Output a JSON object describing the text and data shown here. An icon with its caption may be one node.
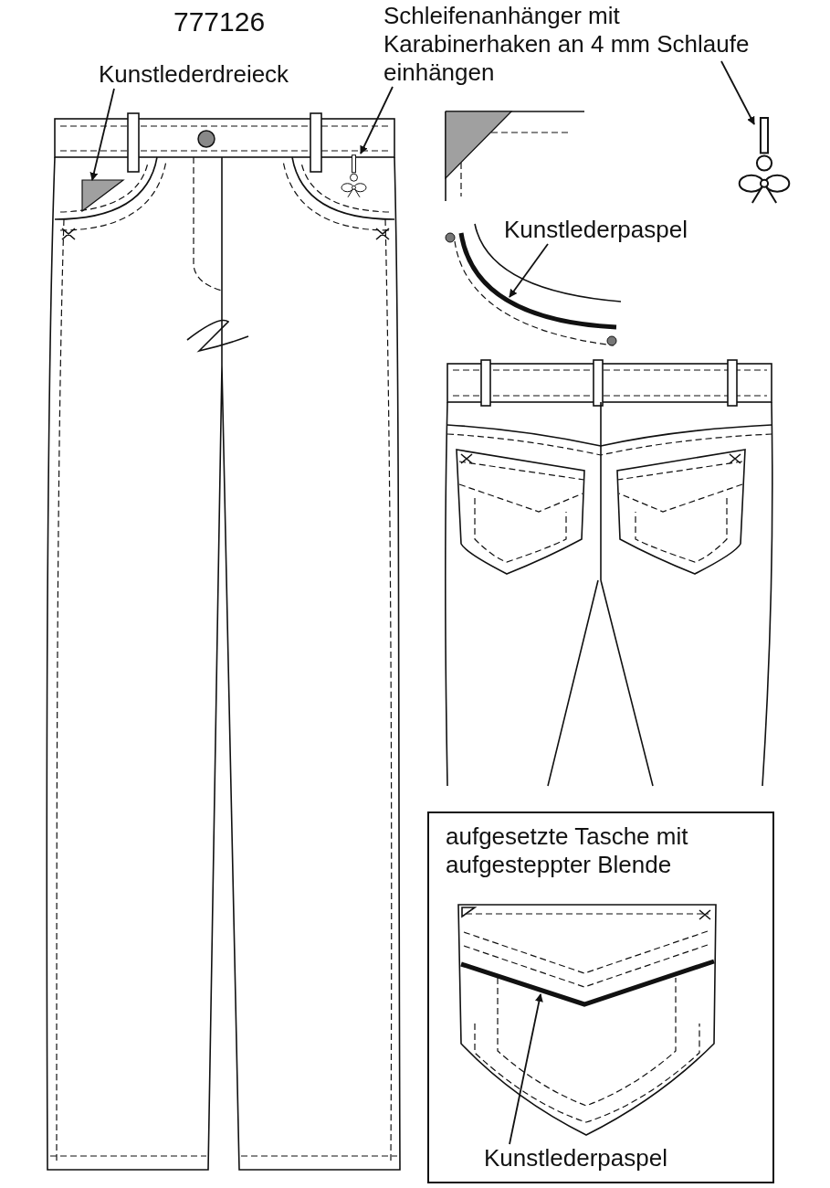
{
  "diagram": {
    "title": "777126",
    "nodes": [
      {
        "text": [
          "Kunstlederdreieck"
        ]
      },
      {
        "text": [],
        "shape": "triangle"
      },
      {
        "text": [
          "Schleifenanhänger mit Karabinerhaken an 4 mm Schlaufe einhängen"
        ]
      },
      {
        "text": [],
        "shape": "picture"
      },
      {
        "text": [],
        "shape": "picture"
      },
      {
        "text": [
          "Kunstlederpaspel"
        ]
      },
      {
        "text": [],
        "shape": "line"
      },
      {
        "text": [
          "aufgesetzte Tasche mit aufgesteppter Blende"
        ]
      },
      {
        "text": [
          "Kunstlederpaspel"
        ],
        "in": 7
      },
      {
        "text": [],
        "shape": "line",
        "in": 7
      }
    ],
    "edges": [
      {
        "from": 0,
        "to": 1,
        "arrow": "to"
      },
      {
        "from": 2,
        "to": 3,
        "arrow": "to"
      },
      {
        "from": 2,
        "to": 4,
        "arrow": "to"
      },
      {
        "from": 5,
        "to": 6,
        "arrow": "to"
      },
      {
        "from": 8,
        "to": 9,
        "arrow": "to"
      }
    ]
  }
}
